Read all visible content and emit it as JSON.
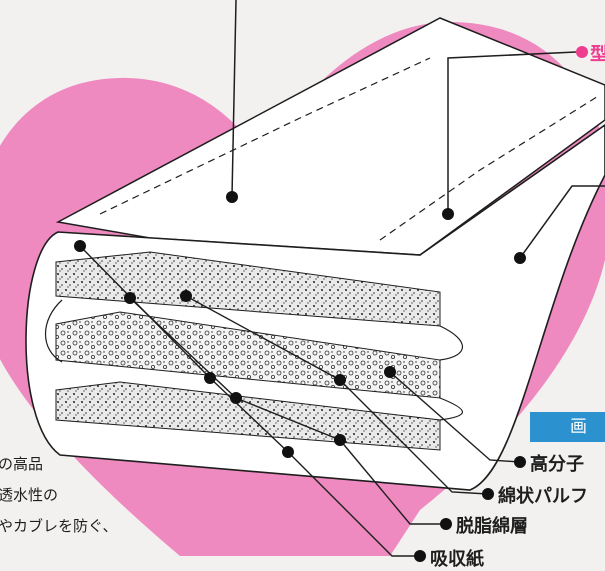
{
  "colors": {
    "background": "#f3f1ef",
    "heart": "#ef8ac0",
    "badge": "#2c92cf",
    "accent_pink": "#ee3d8f",
    "ink": "#1e1e1e"
  },
  "badge_text": "画",
  "pink_callout": "型",
  "left_text": [
    "の高品",
    "透水性の",
    "やカブレを防ぐ、"
  ],
  "layer_labels": [
    "高分子",
    "綿状パルフ",
    "脱脂綿層",
    "吸収紙"
  ]
}
